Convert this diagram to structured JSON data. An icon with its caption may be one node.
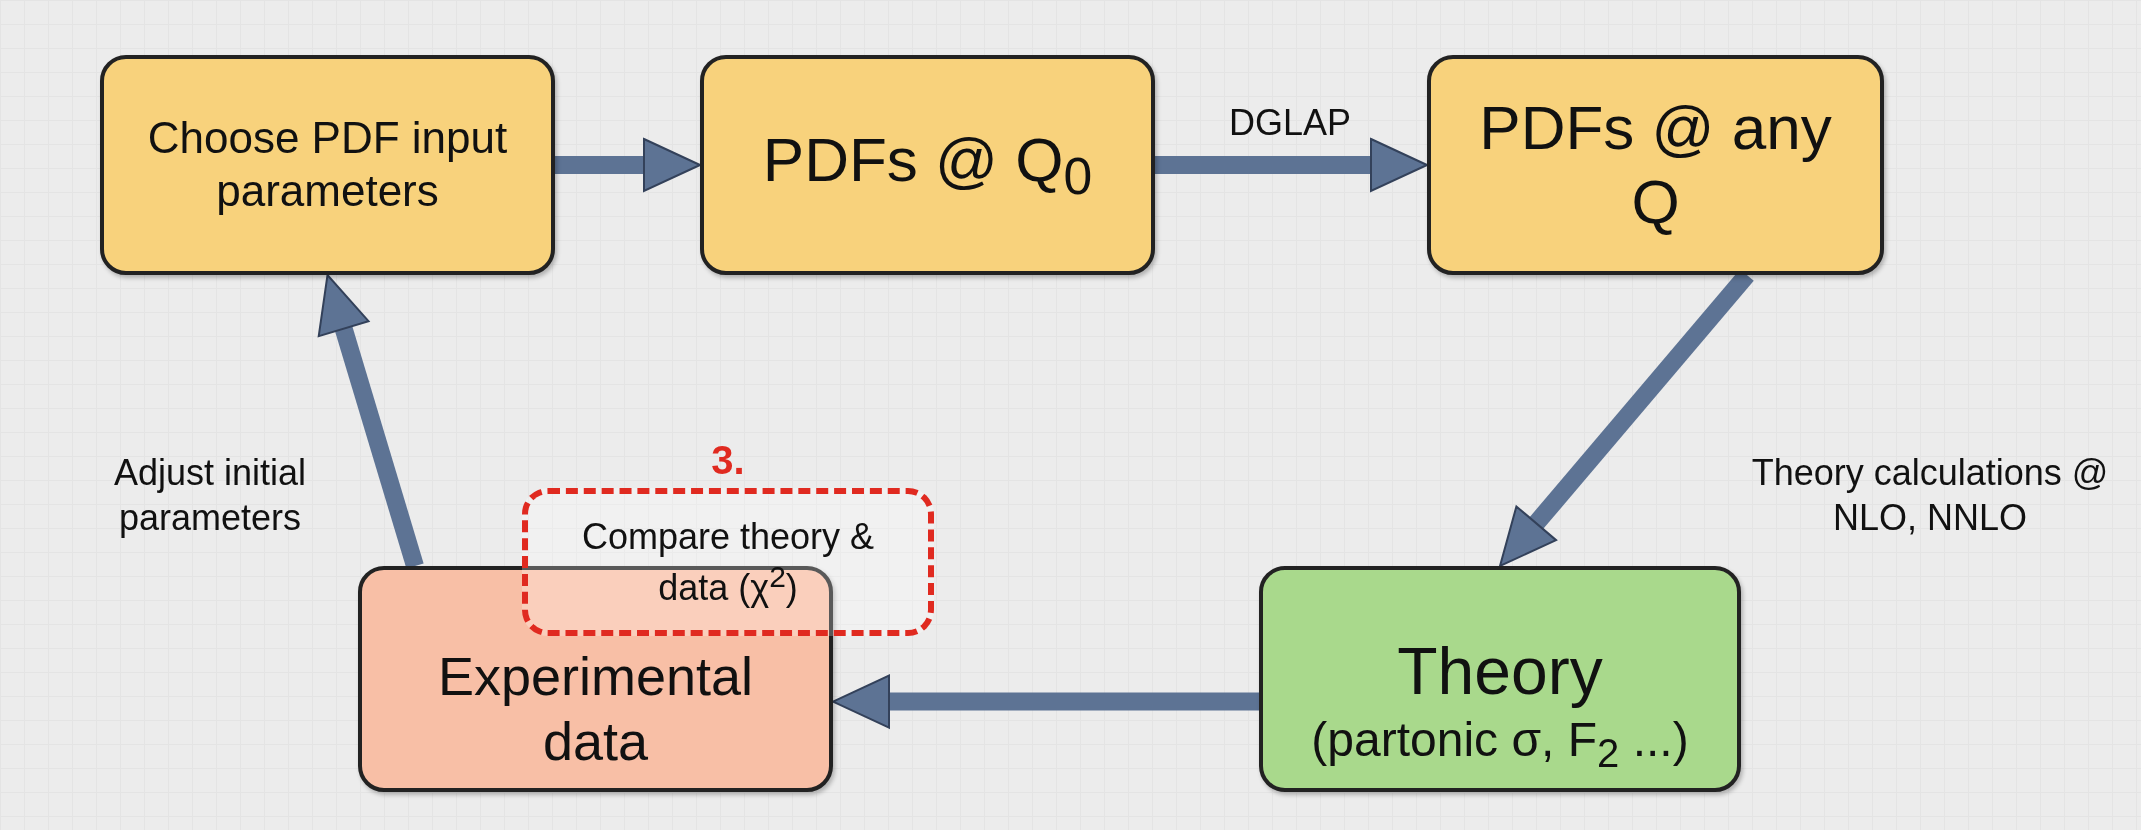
{
  "diagram": {
    "nodes": [
      {
        "text": [
          "Choose PDF input parameters"
        ]
      },
      {
        "text": [
          "PDFs @ Q$_{0}$"
        ]
      },
      {
        "text": [
          "PDFs @ any Q"
        ]
      },
      {
        "text": [
          "Experimental data"
        ]
      },
      {
        "text": [
          "3.",
          "Compare theory & data (χ$^{2}$)"
        ]
      },
      {
        "text": [
          "Theory",
          "(partonic σ, F$_{2}$ ...)"
        ]
      }
    ],
    "edges": [
      {
        "from": 0,
        "to": 1,
        "arrow": "to"
      },
      {
        "from": 1,
        "to": 2,
        "arrow": "to",
        "label": "DGLAP"
      },
      {
        "from": 2,
        "to": 5,
        "arrow": "to",
        "label": "Theory calculations @ NLO, NNLO"
      },
      {
        "from": 5,
        "to": 3,
        "arrow": "to"
      },
      {
        "from": 3,
        "to": 0,
        "arrow": "to",
        "label": "Adjust initial parameters"
      }
    ]
  }
}
